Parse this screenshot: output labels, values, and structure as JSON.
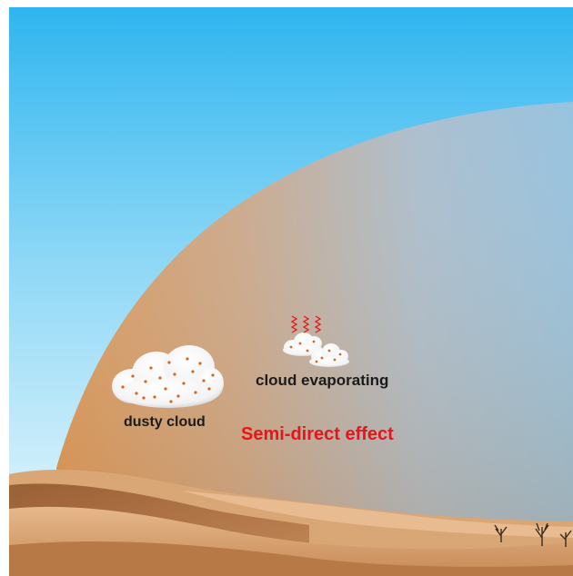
{
  "labels": {
    "dusty_cloud": "dusty cloud",
    "cloud_evaporating": "cloud evaporating",
    "effect_title": "Semi-direct effect"
  },
  "colors": {
    "sky_top": "#2fb5ef",
    "sky_bottom": "#eef9fd",
    "dust_dome_left": "#d89858",
    "dust_dome_right": "#96c2dd",
    "sand_light": "#e4b488",
    "sand_dark": "#a86e40",
    "dust_particle": "#d06a1e",
    "heat_wave": "#e8141c",
    "effect_title": "#e8141c"
  },
  "icons": {
    "dusty_cloud": "dusty-cloud-icon",
    "evaporating_cloud": "evaporating-cloud-icon",
    "heat": "heat-wave-icon",
    "shrub": "desert-shrub-icon"
  }
}
